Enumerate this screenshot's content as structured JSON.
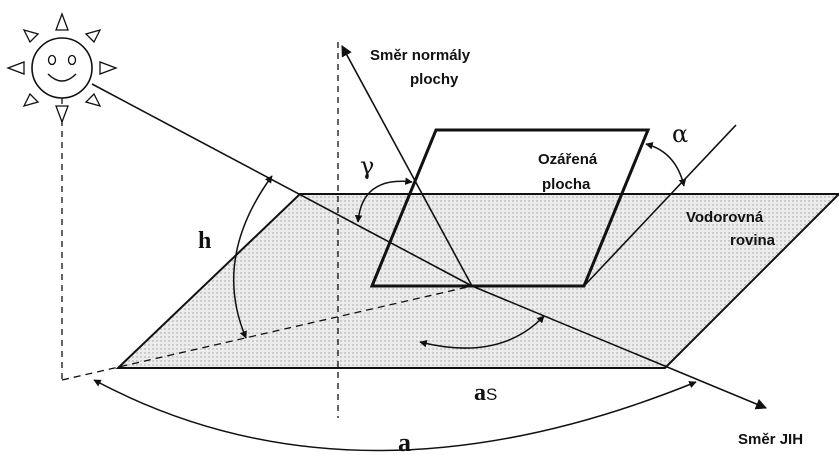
{
  "diagram": {
    "labels": {
      "surface_normal_line1": "Směr normály",
      "surface_normal_line2": "plochy",
      "irradiated_surface_line1": "Ozářená",
      "irradiated_surface_line2": "plocha",
      "horizontal_plane_line1": "Vodorovná",
      "horizontal_plane_line2": "rovina",
      "south_direction": "Směr JIH",
      "altitude_angle": "h",
      "incidence_angle": "γ",
      "tilt_angle": "α",
      "surface_azimuth_base": "a",
      "surface_azimuth_sub": "S",
      "solar_azimuth": "a"
    },
    "colors": {
      "ink": "#111111",
      "plane_fill": "#ececec",
      "dot_pattern": "#9a9a9a",
      "background": "#ffffff"
    },
    "icons": {
      "sun": "sun-icon"
    }
  }
}
